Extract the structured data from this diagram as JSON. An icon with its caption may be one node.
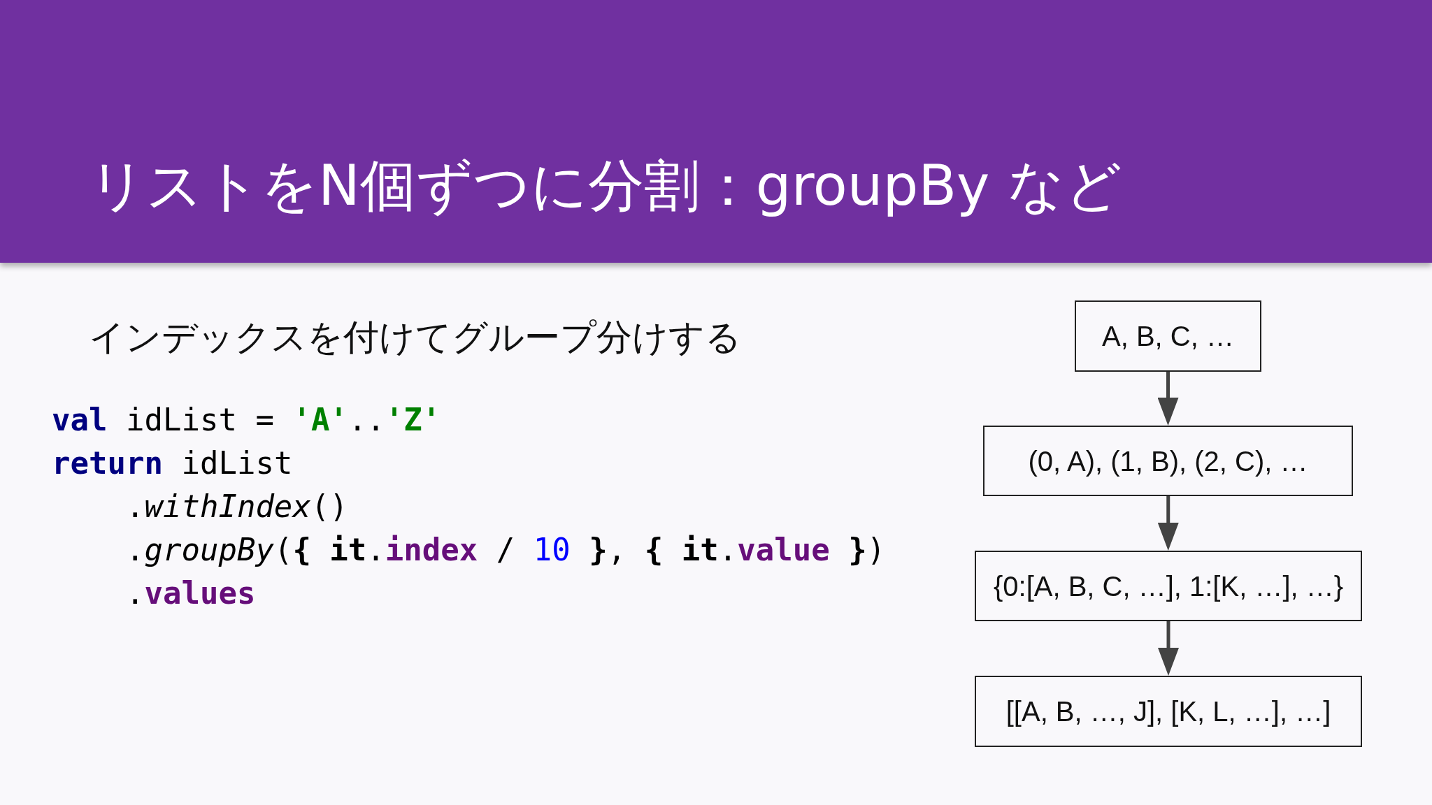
{
  "diagram": {
    "title": "リストをN個ずつに分割：groupBy など",
    "nodes": [
      {
        "text": [
          "A, B, C, …"
        ]
      },
      {
        "text": [
          "(0, A), (1, B), (2, C), …"
        ]
      },
      {
        "text": [
          "{0:[A, B, C, …], 1:[K, …], …}"
        ]
      },
      {
        "text": [
          "[[A, B, …, J], [K, L, …], …]"
        ]
      }
    ],
    "edges": [
      {
        "from": 0,
        "to": 1,
        "arrow": "to"
      },
      {
        "from": 1,
        "to": 2,
        "arrow": "to"
      },
      {
        "from": 2,
        "to": 3,
        "arrow": "to"
      }
    ],
    "labels": [
      "インデックスを付けてグループ分けする",
      "**val** idList = **'A'**..**'Z'**",
      "**return** idList",
      ".*withIndex*()",
      ".*groupBy*(**{ it**.**index** / 10 **}**, **{ it**.**value** **}**)",
      ".**values**"
    ]
  }
}
